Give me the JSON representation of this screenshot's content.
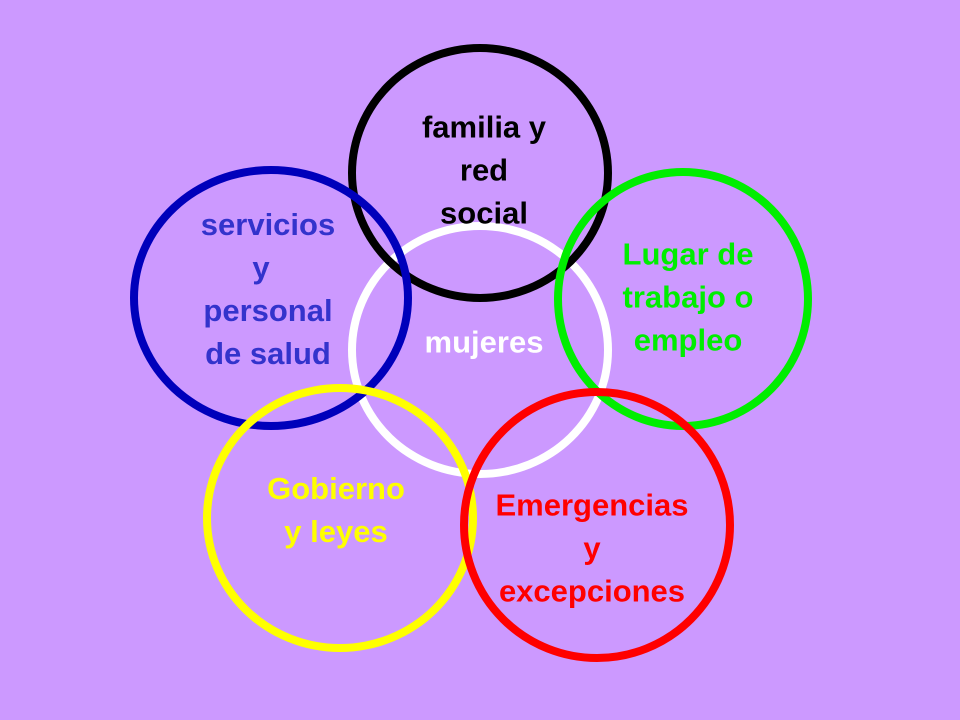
{
  "background": "#cc99ff",
  "center": {
    "label": "mujeres",
    "color": "#ffffff"
  },
  "circles": [
    {
      "id": "familia",
      "lines": [
        "familia y",
        "red",
        "social"
      ],
      "ring_color": "#000000",
      "text_color": "#000000"
    },
    {
      "id": "servicios",
      "lines": [
        "servicios",
        "y",
        "personal",
        "de salud"
      ],
      "ring_color": "#0000bb",
      "text_color": "#3333cc"
    },
    {
      "id": "trabajo",
      "lines": [
        "Lugar de",
        "trabajo o",
        "empleo"
      ],
      "ring_color": "#00ee00",
      "text_color": "#00ee00"
    },
    {
      "id": "gobierno",
      "lines": [
        "Gobierno",
        "y leyes"
      ],
      "ring_color": "#ffff00",
      "text_color": "#ffff00"
    },
    {
      "id": "emergencias",
      "lines": [
        "Emergencias",
        "y",
        "excepciones"
      ],
      "ring_color": "#ff0000",
      "text_color": "#ff0000"
    }
  ]
}
